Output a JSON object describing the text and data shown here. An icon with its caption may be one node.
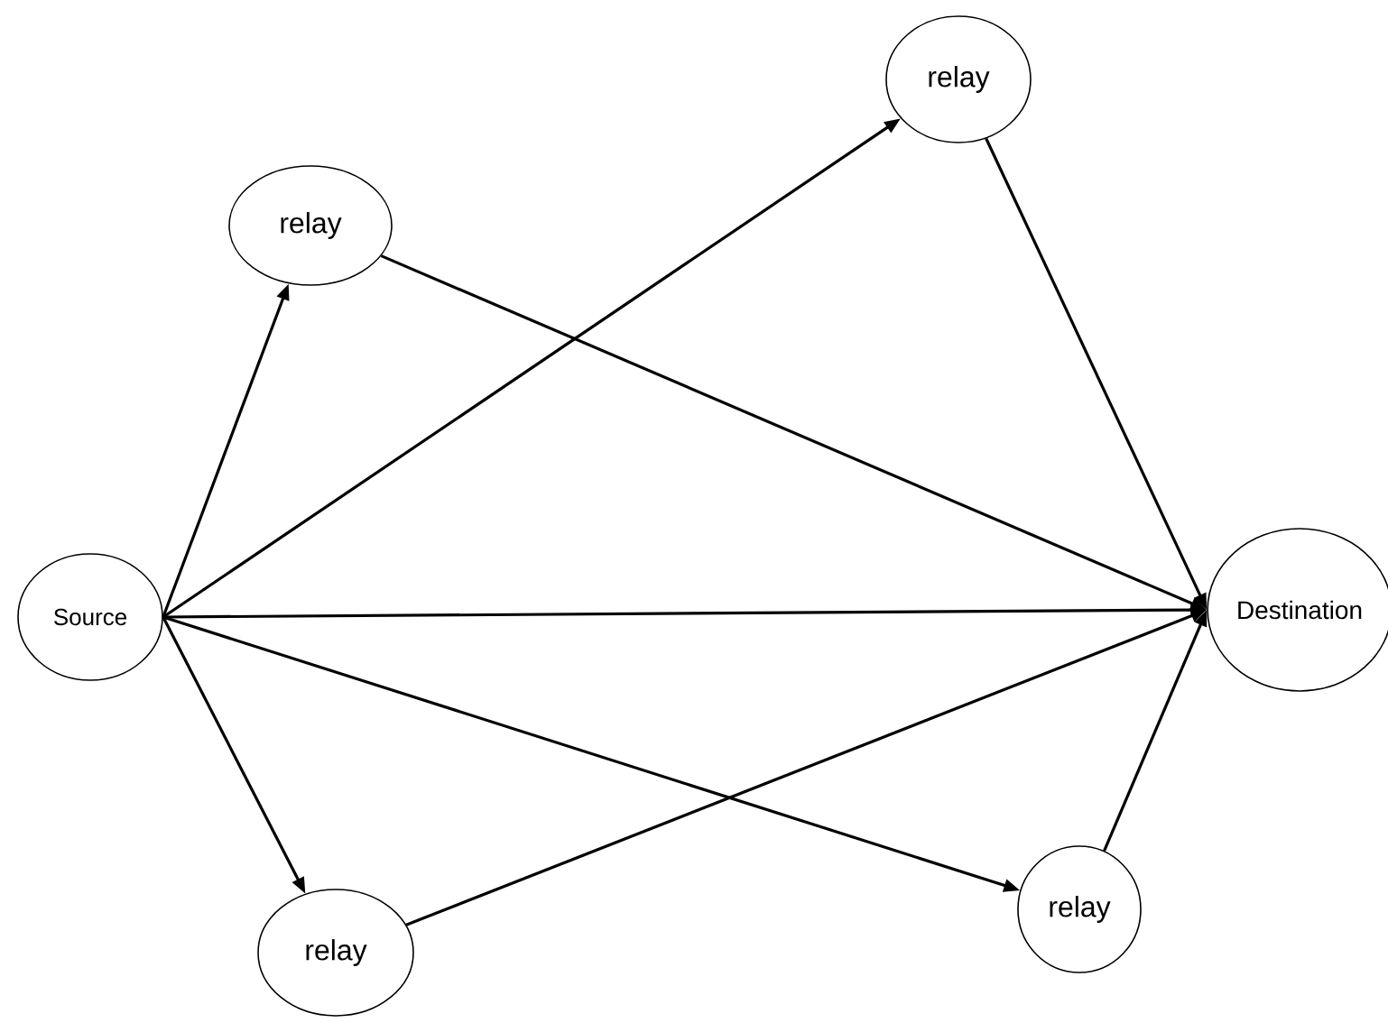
{
  "diagram": {
    "nodes": [
      {
        "text": [
          "Source"
        ]
      },
      {
        "text": [
          "relay"
        ]
      },
      {
        "text": [
          "relay"
        ]
      },
      {
        "text": [
          "relay"
        ]
      },
      {
        "text": [
          "relay"
        ]
      },
      {
        "text": [
          "Destination"
        ]
      }
    ],
    "edges": [
      {
        "from": 0,
        "to": 1,
        "arrow": "to"
      },
      {
        "from": 0,
        "to": 2,
        "arrow": "to"
      },
      {
        "from": 0,
        "to": 5,
        "arrow": "to"
      },
      {
        "from": 0,
        "to": 3,
        "arrow": "to"
      },
      {
        "from": 0,
        "to": 4,
        "arrow": "to"
      },
      {
        "from": 1,
        "to": 5,
        "arrow": "to"
      },
      {
        "from": 2,
        "to": 5,
        "arrow": "to"
      },
      {
        "from": 3,
        "to": 5,
        "arrow": "to"
      },
      {
        "from": 4,
        "to": 5,
        "arrow": "to"
      }
    ]
  }
}
